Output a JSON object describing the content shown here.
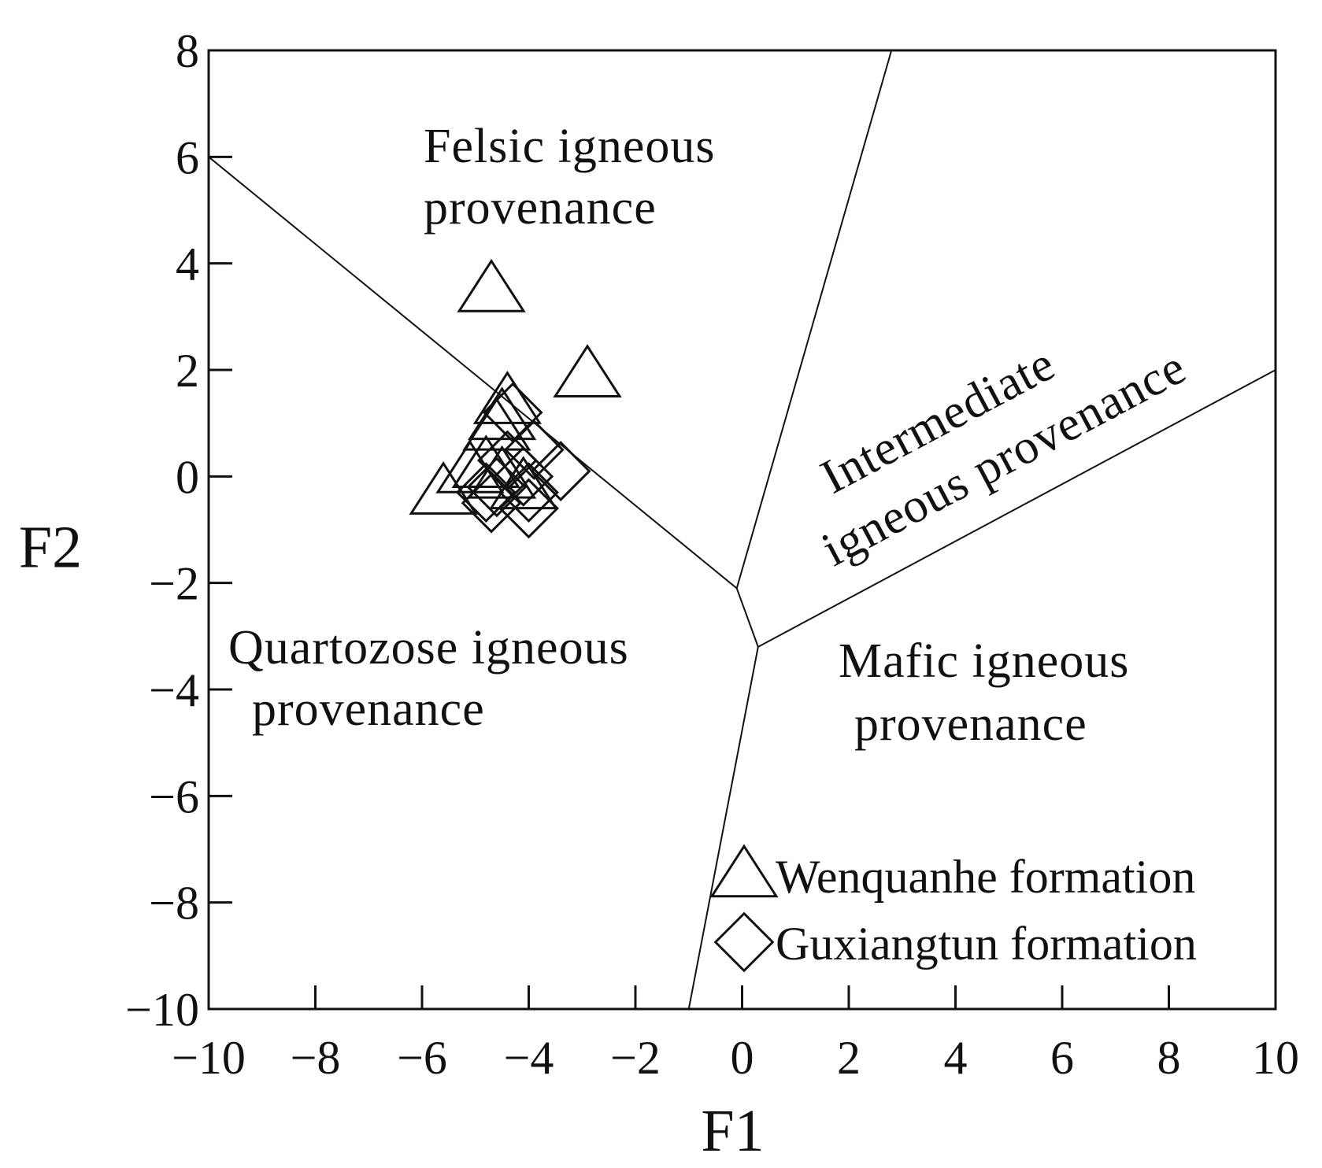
{
  "chart_data": {
    "type": "scatter",
    "xlabel": "F1",
    "ylabel": "F2",
    "xlim": [
      -10,
      10
    ],
    "ylim": [
      -10,
      8
    ],
    "x_ticks": [
      -10,
      -8,
      -6,
      -4,
      -2,
      0,
      2,
      4,
      6,
      8,
      10
    ],
    "y_ticks": [
      -10,
      -8,
      -6,
      -4,
      -2,
      0,
      2,
      4,
      6,
      8
    ],
    "x_tick_labels": [
      "−10",
      "−8",
      "−6",
      "−4",
      "−2",
      "0",
      "2",
      "4",
      "6",
      "8",
      "10"
    ],
    "y_tick_labels": [
      "−10",
      "−8",
      "−6",
      "−4",
      "−2",
      "0",
      "2",
      "4",
      "6",
      "8"
    ],
    "grid": false,
    "legend_position": "bottom-right",
    "boundaries": [
      {
        "points": [
          [
            -10,
            6
          ],
          [
            -0.1,
            -2.1
          ]
        ]
      },
      {
        "points": [
          [
            -0.1,
            -2.1
          ],
          [
            2.8,
            8
          ]
        ]
      },
      {
        "points": [
          [
            -0.1,
            -2.1
          ],
          [
            0.3,
            -3.2
          ]
        ]
      },
      {
        "points": [
          [
            0.3,
            -3.2
          ],
          [
            10,
            2
          ]
        ]
      },
      {
        "points": [
          [
            0.3,
            -3.2
          ],
          [
            -1,
            -10
          ]
        ]
      }
    ],
    "regions": [
      {
        "lines": [
          "Felsic igneous",
          "provenance"
        ]
      },
      {
        "lines": [
          "Intermediate",
          "igneous provenance"
        ]
      },
      {
        "lines": [
          "Quartozose igneous",
          "provenance"
        ]
      },
      {
        "lines": [
          "Mafic igneous",
          "provenance"
        ]
      }
    ],
    "series": [
      {
        "name": "Wenquanhe formation",
        "marker": "triangle",
        "points": [
          [
            -4.7,
            3.5
          ],
          [
            -2.9,
            1.9
          ],
          [
            -4.4,
            1.4
          ],
          [
            -4.5,
            1.1
          ],
          [
            -4.6,
            0.9
          ],
          [
            -5.6,
            -0.3
          ],
          [
            -5.1,
            0.1
          ],
          [
            -4.8,
            0.2
          ],
          [
            -4.5,
            0.0
          ],
          [
            -4.1,
            -0.2
          ]
        ]
      },
      {
        "name": "Guxiangtun formation",
        "marker": "diamond",
        "points": [
          [
            -4.3,
            1.2
          ],
          [
            -3.9,
            0.5
          ],
          [
            -3.4,
            0.1
          ],
          [
            -4.4,
            0.3
          ],
          [
            -4.1,
            0.0
          ],
          [
            -4.6,
            -0.2
          ],
          [
            -4.8,
            -0.3
          ],
          [
            -4.7,
            -0.5
          ],
          [
            -4.0,
            -0.3
          ],
          [
            -4.0,
            -0.6
          ]
        ]
      }
    ]
  }
}
